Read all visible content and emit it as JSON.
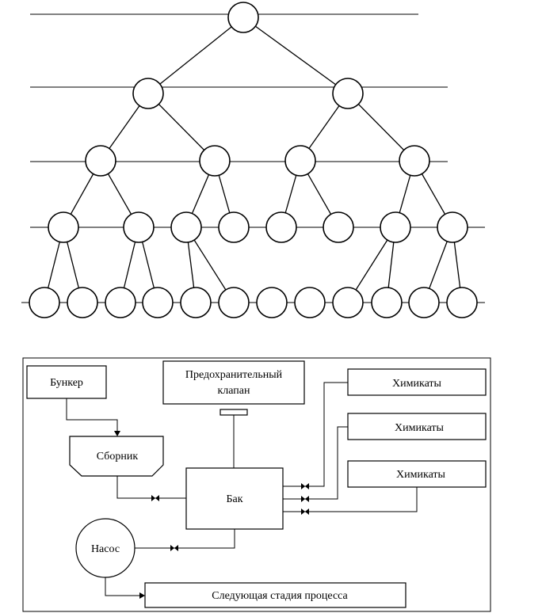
{
  "flow_diagram": {
    "bunker": "Бункер",
    "safety_valve_line1": "Предохранительный",
    "safety_valve_line2": "клапан",
    "chem1": "Химикаты",
    "chem2": "Химикаты",
    "chem3": "Химикаты",
    "collector": "Сборник",
    "tank": "Бак",
    "pump": "Насос",
    "next_stage": "Следующая стадия процесса"
  }
}
